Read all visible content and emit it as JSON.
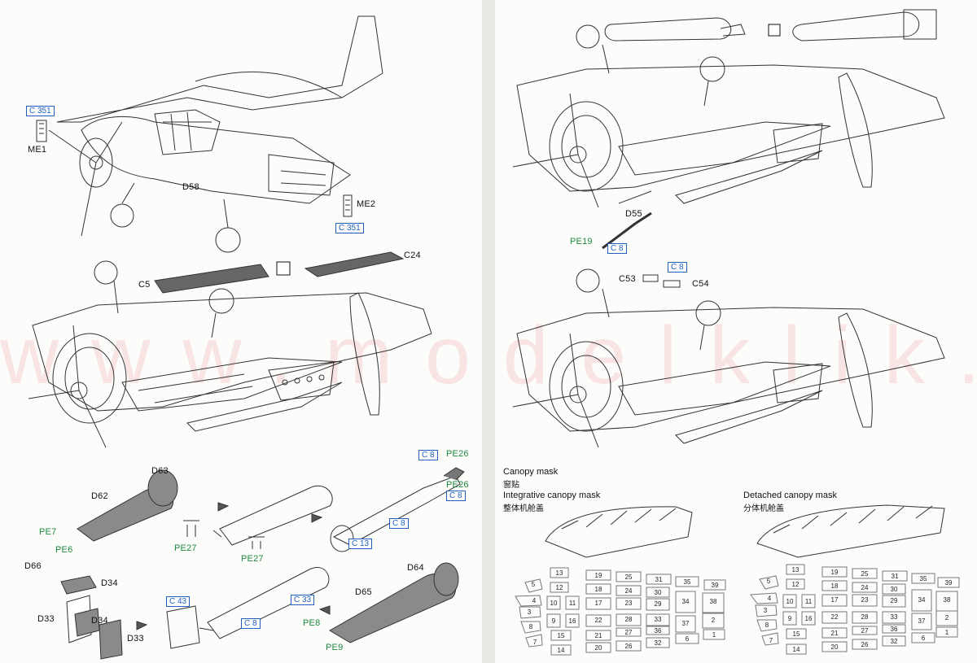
{
  "watermark": "www.modelklik.cz",
  "left": {
    "step1": {
      "c351_top": "C 351",
      "me1": "ME1",
      "d58": "D58",
      "me2": "ME2",
      "c351_bottom": "C 351"
    },
    "step2": {
      "c5": "C5",
      "c24": "C24"
    },
    "step3": {
      "d63": "D63",
      "d62": "D62",
      "pe7": "PE7",
      "pe6": "PE6",
      "d66": "D66",
      "pe27a": "PE27",
      "pe27b": "PE27",
      "c8a": "C 8",
      "pe26a": "PE26",
      "pe26b": "PE26",
      "c8b": "C 8",
      "c8c": "C 8",
      "c13": "C 13"
    },
    "step4": {
      "d34a": "D34",
      "d33a": "D33",
      "d34b": "D34",
      "d33b": "D33",
      "c43": "C 43",
      "c8": "C 8",
      "c33": "C 33",
      "d64": "D64",
      "d65": "D65",
      "pe8": "PE8",
      "pe9": "PE9"
    }
  },
  "right": {
    "step1": {
      "d55": "D55",
      "pe19": "PE19",
      "c8": "C 8"
    },
    "step2": {
      "c8": "C 8",
      "c53": "C53",
      "c54": "C54"
    },
    "masks": {
      "title": "Canopy mask",
      "title_cn": "窗贴",
      "integrative": "Integrative canopy mask",
      "integrative_cn": "整体机舱盖",
      "detached": "Detached canopy mask",
      "detached_cn": "分体机舱盖",
      "numbers": [
        "13",
        "19",
        "25",
        "31",
        "35",
        "39",
        "5",
        "12",
        "18",
        "24",
        "30",
        "4",
        "10",
        "11",
        "17",
        "23",
        "29",
        "34",
        "38",
        "3",
        "9",
        "16",
        "22",
        "28",
        "33",
        "37",
        "2",
        "8",
        "15",
        "21",
        "27",
        "36",
        "1",
        "7",
        "14",
        "20",
        "26",
        "32",
        "6"
      ]
    }
  }
}
